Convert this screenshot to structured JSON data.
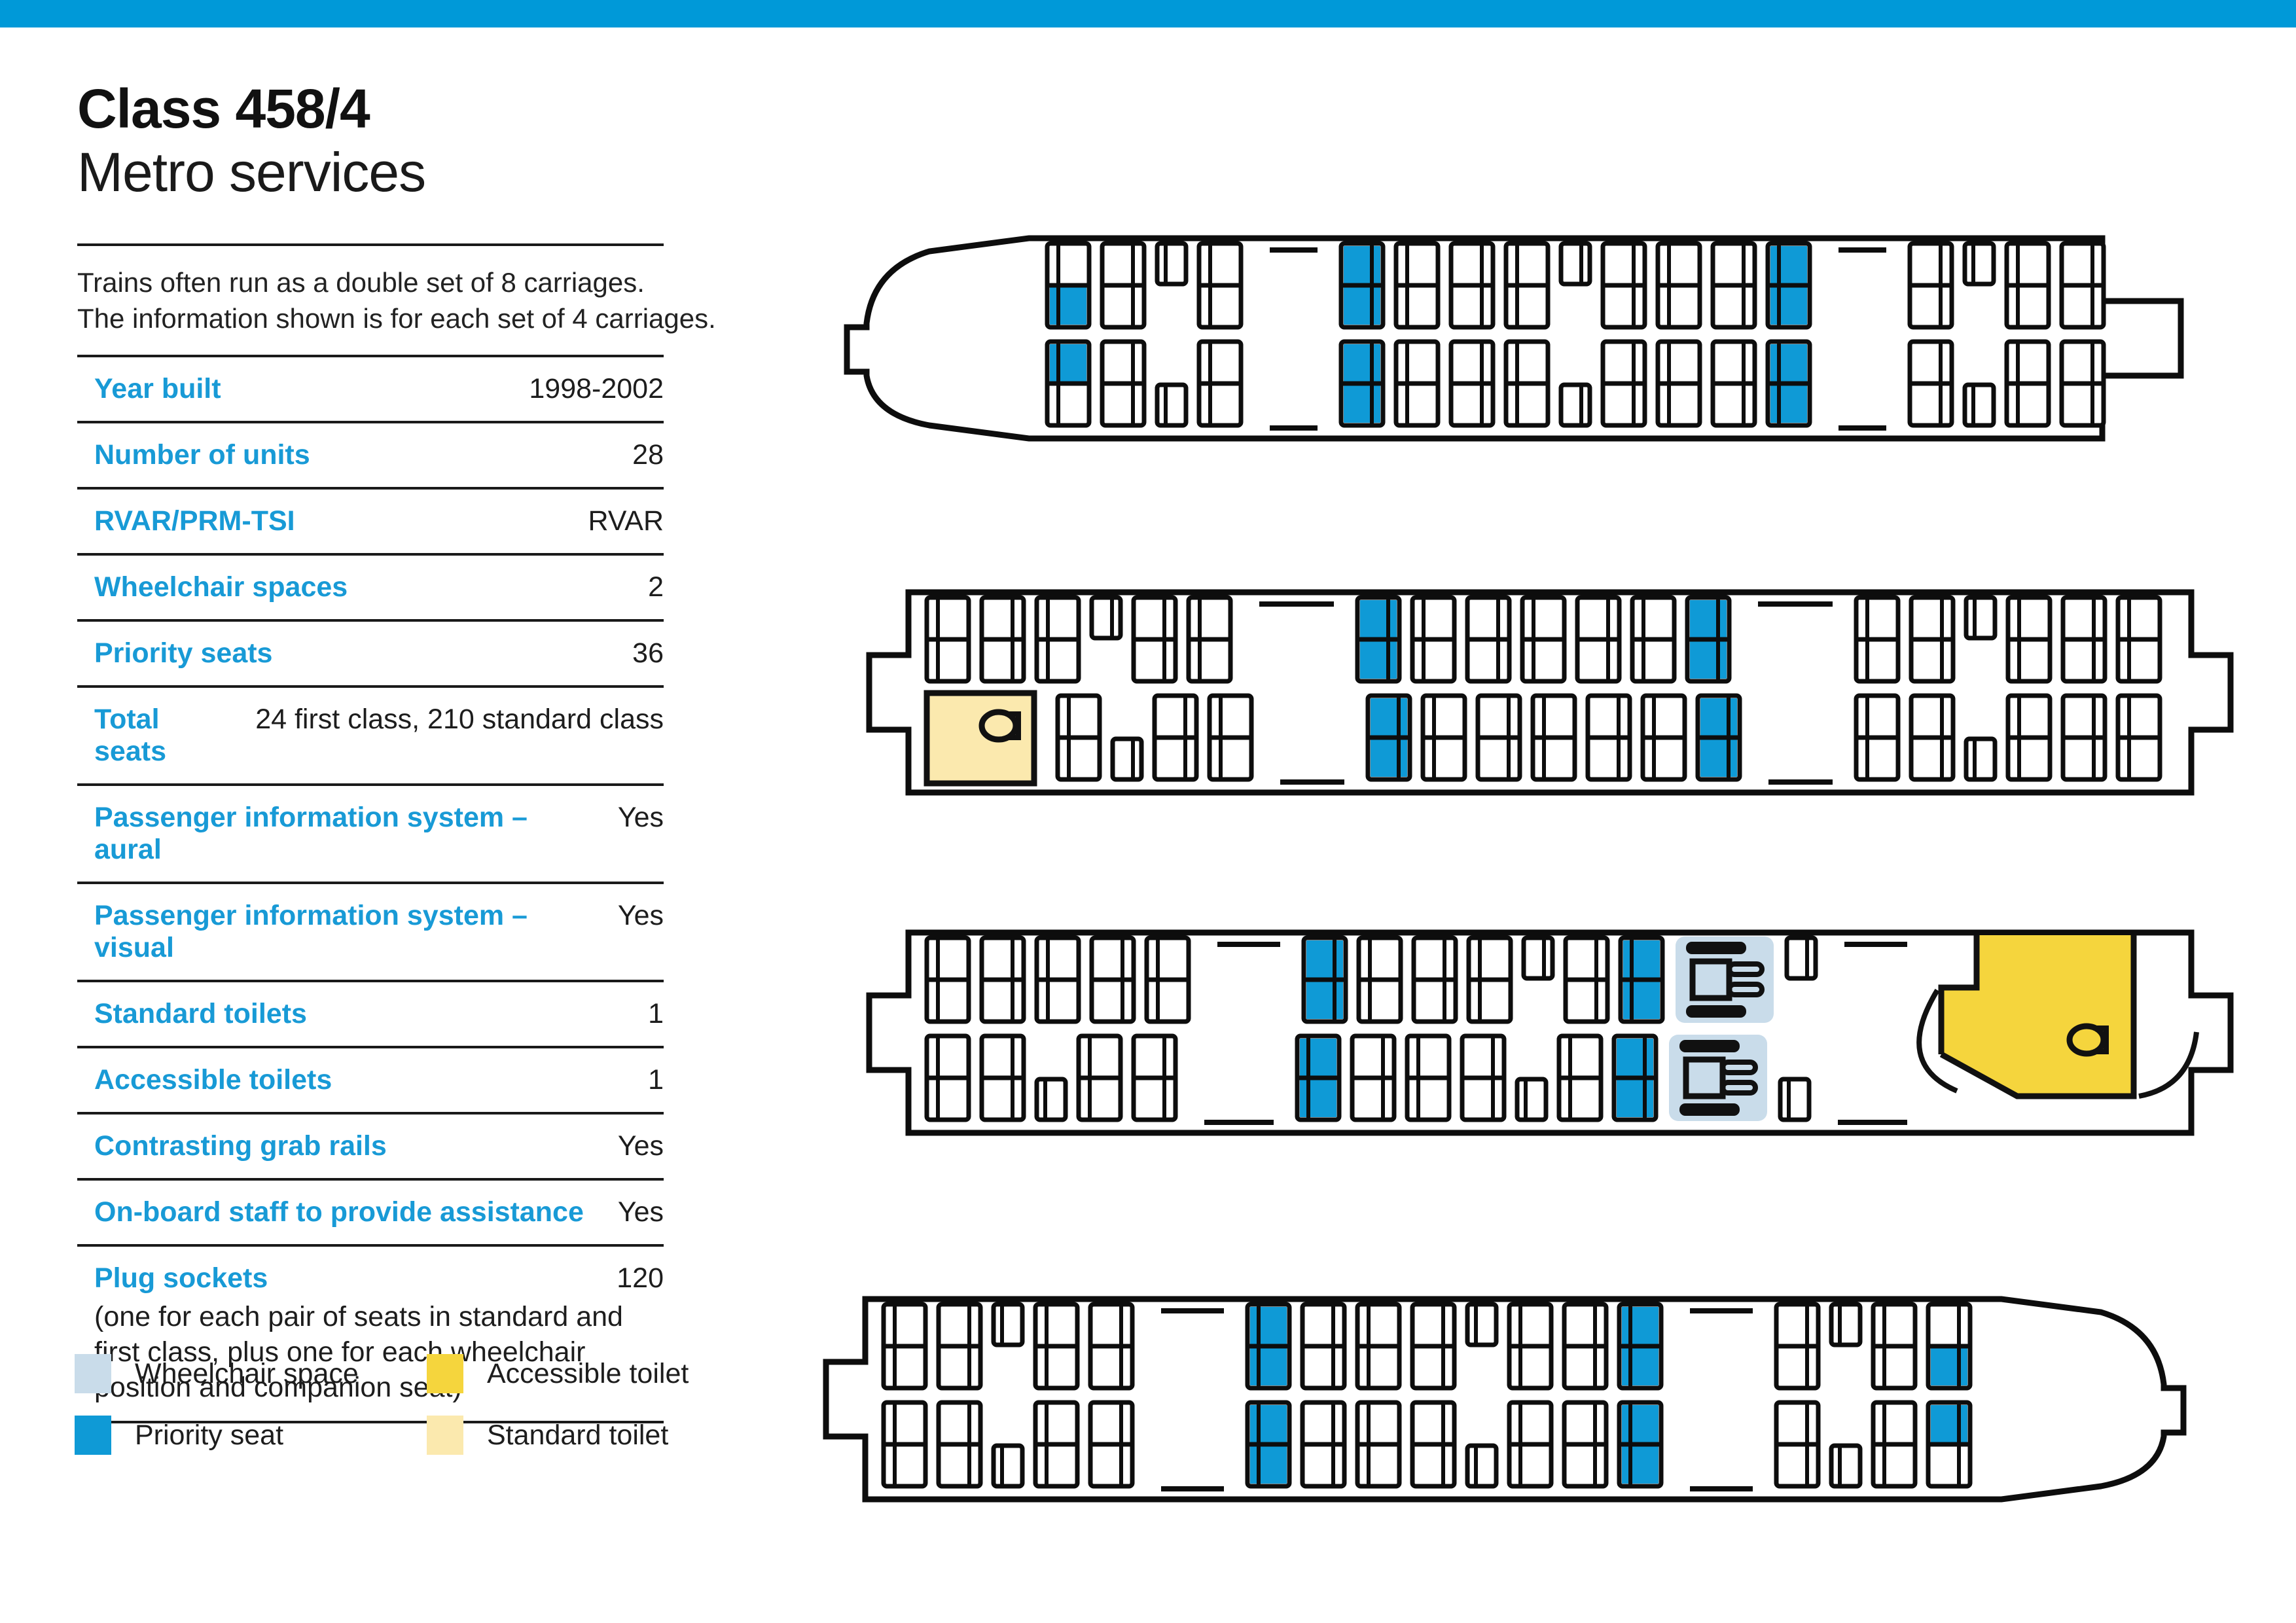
{
  "header": {
    "title": "Class 458/4",
    "subtitle": "Metro services"
  },
  "intro": {
    "lines": [
      "Trains often run as a double set of 8 carriages.",
      "The information shown is for each set of 4 carriages."
    ]
  },
  "spec_table": {
    "rows": [
      {
        "label": "Year built",
        "value": "1998-2002"
      },
      {
        "label": "Number of units",
        "value": "28"
      },
      {
        "label": "RVAR/PRM-TSI",
        "value": "RVAR"
      },
      {
        "label": "Wheelchair spaces",
        "value": "2"
      },
      {
        "label": "Priority seats",
        "value": "36"
      },
      {
        "label": "Total seats",
        "value": "24 first class, 210 standard class"
      },
      {
        "label": "Passenger information system – aural",
        "value": "Yes"
      },
      {
        "label": "Passenger information system – visual",
        "value": "Yes"
      },
      {
        "label": "Standard toilets",
        "value": "1"
      },
      {
        "label": "Accessible toilets",
        "value": "1"
      },
      {
        "label": "Contrasting grab rails",
        "value": "Yes"
      },
      {
        "label": "On-board staff to provide assistance",
        "value": "Yes"
      },
      {
        "label": "Plug sockets",
        "value": "120",
        "note": "(one for each pair of seats in standard and first class, plus one for each wheelchair position and companion seat)"
      }
    ]
  },
  "legend": {
    "items": [
      {
        "key": "wheelchair_space",
        "label": "Wheelchair space",
        "color": "#c9dcea"
      },
      {
        "key": "priority_seat",
        "label": "Priority seat",
        "color": "#0f9ad6"
      },
      {
        "key": "accessible_toilet",
        "label": "Accessible toilet",
        "color": "#f5d53d"
      },
      {
        "key": "standard_toilet",
        "label": "Standard toilet",
        "color": "#fbe9ae"
      }
    ]
  },
  "colors": {
    "top_bar": "#0099d8",
    "label_blue": "#189ad6",
    "priority_seat": "#0f9ad6",
    "wheelchair_space": "#c9dcea",
    "accessible_toilet": "#f5d53d",
    "standard_toilet": "#fbe9ae",
    "outline": "#0d0d0d",
    "rule": "#1a1a1a"
  },
  "diagram": {
    "seat_tokens": {
      "P": "standard seat pair",
      "B": "priority seat pair",
      "pb": "seat pair with priority seat on aisle side",
      "s": "single tip-up seat",
      "D": "door vestibule with luggage rack",
      "W": "wheelchair space",
      "T": "standard toilet",
      "X": "accessible toilet area"
    },
    "carriages": [
      {
        "name": "carriage-1",
        "left_end": "cab",
        "right_end": "gangway",
        "rows": {
          "top": [
            "pb",
            "P",
            "s",
            "P",
            "D",
            "B",
            "P",
            "P",
            "P",
            "s",
            "P",
            "P",
            "P",
            "B",
            "D",
            "P",
            "s",
            "P",
            "P"
          ],
          "bottom": [
            "pb",
            "P",
            "s",
            "P",
            "D",
            "B",
            "P",
            "P",
            "P",
            "s",
            "P",
            "P",
            "P",
            "B",
            "D",
            "P",
            "s",
            "P",
            "P"
          ]
        }
      },
      {
        "name": "carriage-2",
        "left_end": "gangway",
        "right_end": "gangway",
        "features": [
          "standard-toilet"
        ],
        "rows": {
          "top": [
            "P",
            "P",
            "P",
            "s",
            "P",
            "P",
            "D",
            "B",
            "P",
            "P",
            "P",
            "P",
            "P",
            "B",
            "D",
            "P",
            "P",
            "s",
            "P",
            "P",
            "P"
          ],
          "bottom": [
            "T",
            "P",
            "s",
            "P",
            "P",
            "D",
            "B",
            "P",
            "P",
            "P",
            "P",
            "P",
            "B",
            "D",
            "P",
            "P",
            "s",
            "P",
            "P",
            "P"
          ]
        }
      },
      {
        "name": "carriage-3",
        "left_end": "gangway",
        "right_end": "gangway",
        "features": [
          "wheelchair-spaces",
          "accessible-toilet"
        ],
        "rows": {
          "top": [
            "P",
            "P",
            "P",
            "P",
            "P",
            "D",
            "B",
            "P",
            "P",
            "P",
            "s",
            "P",
            "B",
            "W",
            "s",
            "D",
            "X"
          ],
          "bottom": [
            "P",
            "P",
            "s",
            "P",
            "P",
            "D",
            "B",
            "P",
            "P",
            "P",
            "s",
            "P",
            "B",
            "W",
            "s",
            "D",
            "X"
          ]
        }
      },
      {
        "name": "carriage-4",
        "left_end": "gangway",
        "right_end": "cab",
        "rows": {
          "top": [
            "P",
            "P",
            "s",
            "P",
            "P",
            "D",
            "B",
            "P",
            "P",
            "P",
            "s",
            "P",
            "P",
            "B",
            "D",
            "P",
            "s",
            "P",
            "pb"
          ],
          "bottom": [
            "P",
            "P",
            "s",
            "P",
            "P",
            "D",
            "B",
            "P",
            "P",
            "P",
            "s",
            "P",
            "P",
            "B",
            "D",
            "P",
            "s",
            "P",
            "pb"
          ]
        }
      }
    ]
  }
}
